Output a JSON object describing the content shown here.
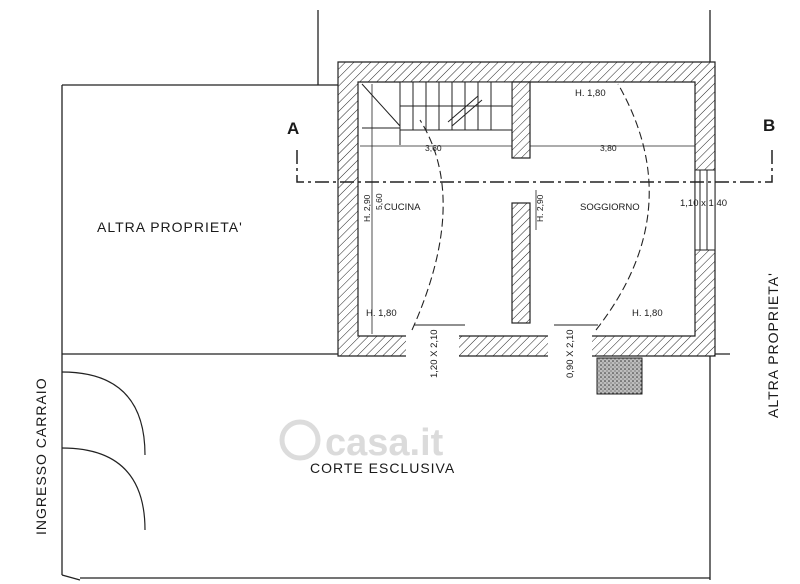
{
  "labels": {
    "altra_left": "ALTRA PROPRIETA'",
    "altra_right": "ALTRA PROPRIETA'",
    "ingresso": "INGRESSO CARRAIO",
    "corte": "CORTE ESCLUSIVA",
    "cucina": "CUCINA",
    "soggiorno": "SOGGIORNO",
    "section_a": "A",
    "section_b": "B"
  },
  "dimensions": {
    "width_left": "3,60",
    "width_right": "3,80",
    "depth": "5,60",
    "height_cucina": "H. 2,90",
    "height_soggiorno": "H. 2,90",
    "h_top_right": "H. 1,80",
    "h_bottom_left": "H. 1,80",
    "h_bottom_right": "H. 1,80",
    "window_right": "1,10 x 1,40",
    "door_left": "1,20 X 2,10",
    "door_right": "0,90 X 2,10"
  },
  "watermark": "casa.it"
}
